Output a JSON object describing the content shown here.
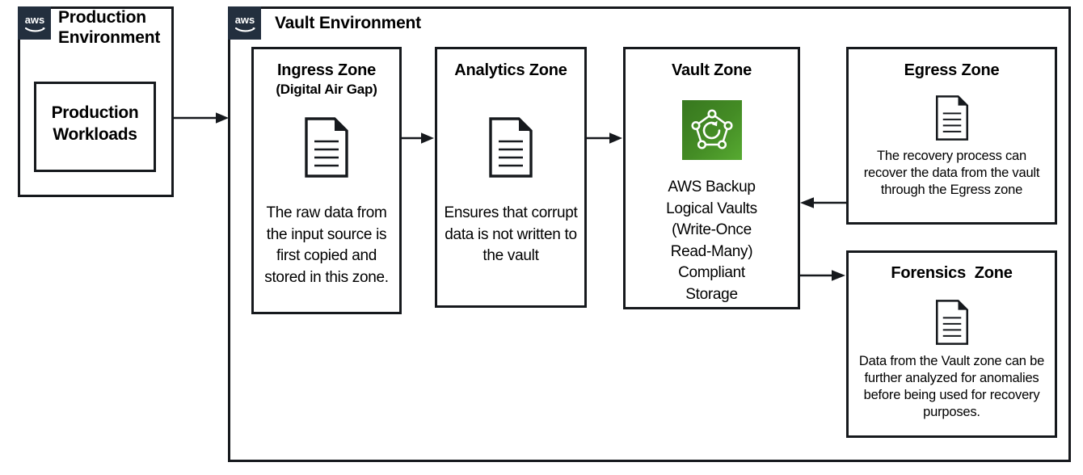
{
  "colors": {
    "stroke": "#16191d",
    "aws_navy": "#232f3e",
    "backup_green_dark": "#3d8222",
    "backup_green_light": "#55a630",
    "background": "#ffffff"
  },
  "production_environment": {
    "title": "Production\nEnvironment",
    "badge_icon": "aws-logo-icon",
    "inner_box_label": "Production\nWorkloads"
  },
  "vault_environment": {
    "title": "Vault Environment",
    "badge_icon": "aws-logo-icon"
  },
  "zones": {
    "ingress": {
      "title": "Ingress Zone",
      "subtitle": "(Digital Air Gap)",
      "icon": "document-icon",
      "description": "The raw data from the input source is first copied and stored in this zone."
    },
    "analytics": {
      "title": "Analytics Zone",
      "icon": "document-icon",
      "description": "Ensures that corrupt data is not written to the vault"
    },
    "vault": {
      "title": "Vault Zone",
      "icon": "aws-backup-icon",
      "caption": "AWS Backup\nLogical Vaults\n(Write-Once\nRead-Many)\nCompliant\nStorage"
    },
    "egress": {
      "title": "Egress Zone",
      "icon": "document-icon",
      "description": "The recovery process can recover the data from the vault through the Egress zone"
    },
    "forensics": {
      "title": "Forensics  Zone",
      "icon": "document-icon",
      "description": "Data from the Vault zone can be further analyzed for anomalies before being used for recovery purposes."
    }
  },
  "arrows": [
    {
      "name": "arrow-production-to-vault-environment",
      "direction": "right"
    },
    {
      "name": "arrow-ingress-to-analytics",
      "direction": "right"
    },
    {
      "name": "arrow-analytics-to-vault",
      "direction": "right"
    },
    {
      "name": "arrow-egress-to-vault",
      "direction": "left"
    },
    {
      "name": "arrow-vault-to-forensics",
      "direction": "right"
    }
  ]
}
